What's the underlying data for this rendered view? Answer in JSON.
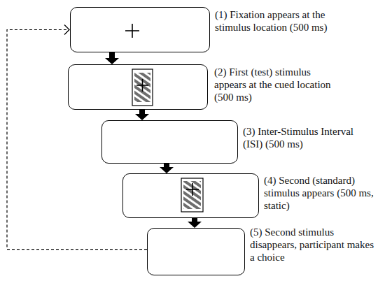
{
  "diagram": {
    "nodes": [
      {
        "text": [
          "(1) Fixation appears at the stimulus location (500 ms)"
        ]
      },
      {
        "text": [
          "(2) First (test) stimulus appears at the cued location (500 ms)"
        ]
      },
      {
        "text": [
          "(3) Inter-Stimulus Interval (ISI) (500 ms)"
        ]
      },
      {
        "text": [
          "(4) Second (standard) stimulus appears (500 ms, static)"
        ]
      },
      {
        "text": [
          "(5) Second stimulus disappears, participant makes a choice"
        ]
      }
    ],
    "edges": [
      {
        "from": 0,
        "to": 1,
        "arrow": "to"
      },
      {
        "from": 1,
        "to": 2,
        "arrow": "to"
      },
      {
        "from": 2,
        "to": 3,
        "arrow": "to"
      },
      {
        "from": 3,
        "to": 4,
        "arrow": "to"
      },
      {
        "from": 4,
        "to": 0,
        "arrow": "to"
      }
    ]
  }
}
